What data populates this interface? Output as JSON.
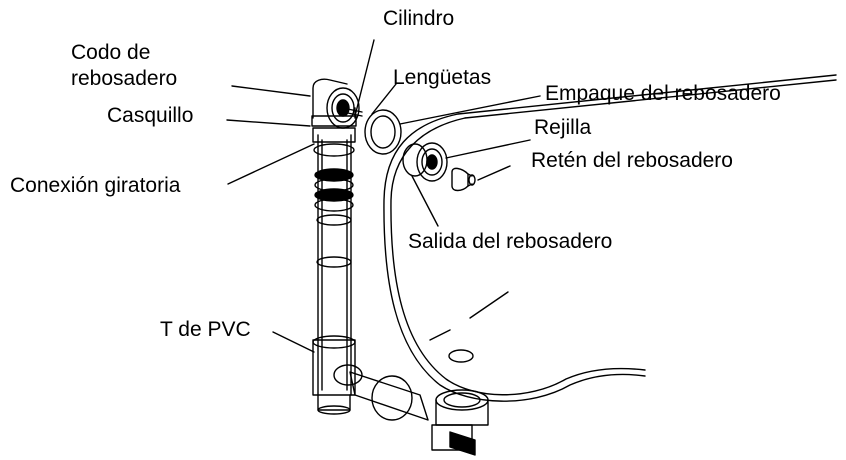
{
  "labels": {
    "cilindro": "Cilindro",
    "codo_line1": "Codo de",
    "codo_line2": "rebosadero",
    "lenguetas": "Lengüetas",
    "empaque": "Empaque del rebosadero",
    "casquillo": "Casquillo",
    "rejilla": "Rejilla",
    "reten": "Retén del rebosadero",
    "conexion": "Conexión giratoria",
    "salida": "Salida del rebosadero",
    "t_pvc": "T de PVC"
  }
}
